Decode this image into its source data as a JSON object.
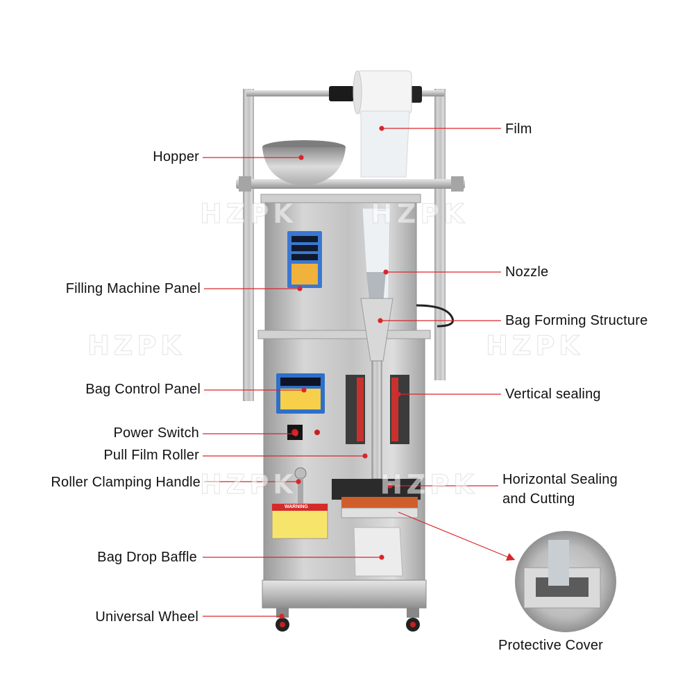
{
  "labels": {
    "film": "Film",
    "hopper": "Hopper",
    "nozzle": "Nozzle",
    "filling_machine_panel": "Filling Machine Panel",
    "bag_forming_structure": "Bag Forming Structure",
    "bag_control_panel": "Bag Control Panel",
    "vertical_sealing": "Vertical sealing",
    "power_switch": "Power Switch",
    "pull_film_roller": "Pull Film Roller",
    "roller_clamping_handle": "Roller Clamping Handle",
    "horizontal_sealing_line1": "Horizontal Sealing",
    "horizontal_sealing_line2": "and Cutting",
    "bag_drop_baffle": "Bag Drop Baffle",
    "universal_wheel": "Universal Wheel",
    "protective_cover": "Protective Cover"
  },
  "watermark": "HZPK",
  "warning_sign": "WARNING",
  "colors": {
    "leader_line": "#d9262b",
    "steel": "#b8b8b8",
    "panel_blue": "#2e6fc9"
  }
}
